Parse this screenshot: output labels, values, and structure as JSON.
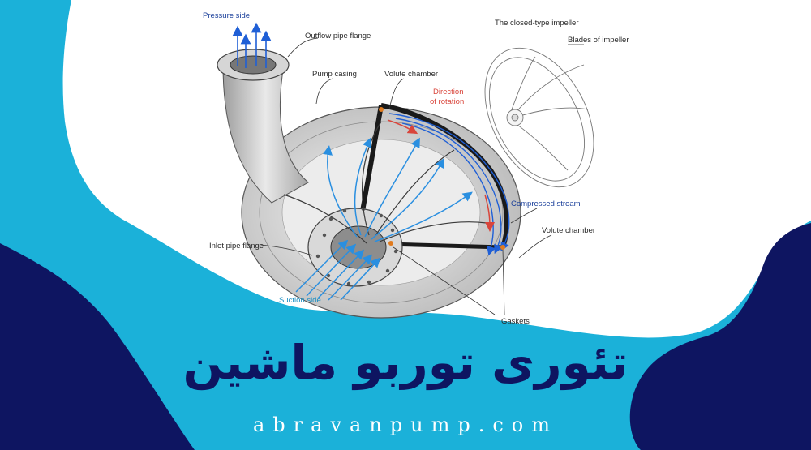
{
  "labels": {
    "pressure_side": "Pressure side",
    "outflow_pipe_flange": "Outflow pipe flange",
    "pump_casing": "Pump casing",
    "volute_chamber_top": "Volute chamber",
    "direction_of_rotation_1": "Direction",
    "direction_of_rotation_2": "of rotation",
    "closed_type_impeller": "The closed-type impeller",
    "blades_of_impeller": "Blades of impeller",
    "compressed_stream": "Compressed stream",
    "volute_chamber_right": "Volute chamber",
    "inlet_pipe_flange": "Inlet pipe flange",
    "suction_side": "Suction side",
    "gaskets": "Gaskets"
  },
  "title": "تئوری توربو ماشین",
  "website": "abravanpump.com",
  "colors": {
    "background": "#1bb1d9",
    "dark_navy": "#0e1561",
    "white_card": "#ffffff",
    "flow_blue": "#1f5fd6",
    "rotation_red": "#d9453b"
  }
}
